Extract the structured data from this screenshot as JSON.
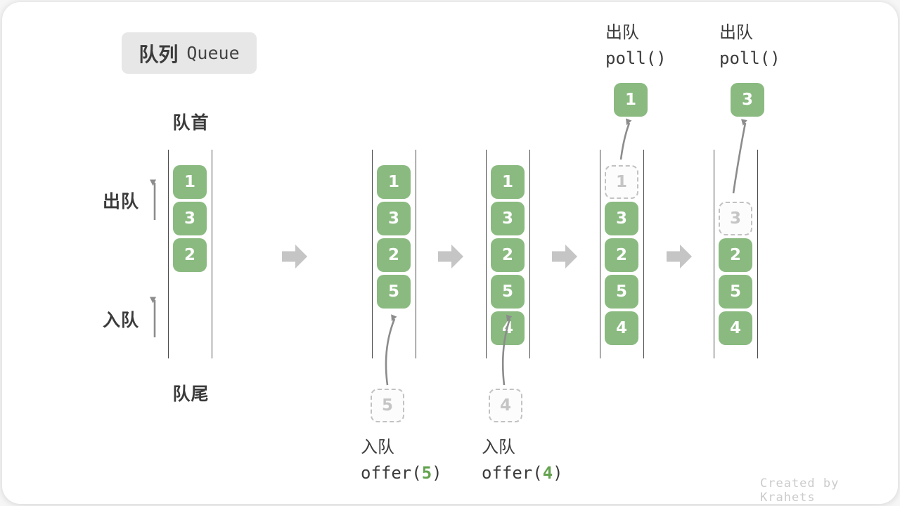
{
  "title": {
    "zh": "队列",
    "en": "Queue"
  },
  "labels": {
    "front": "队首",
    "rear": "队尾",
    "dequeue_side": "出队",
    "enqueue_side": "入队"
  },
  "columns": [
    {
      "name": "initial-state",
      "boxes": [
        "1",
        "3",
        "2"
      ]
    },
    {
      "name": "after-offer-5",
      "boxes": [
        "1",
        "3",
        "2",
        "5"
      ],
      "staged_value": "5"
    },
    {
      "name": "after-offer-4",
      "boxes": [
        "1",
        "3",
        "2",
        "5",
        "4"
      ],
      "staged_value": "4"
    },
    {
      "name": "after-poll-1",
      "removed_value": "1",
      "boxes": [
        "3",
        "2",
        "5",
        "4"
      ],
      "popped_value": "1"
    },
    {
      "name": "after-poll-3",
      "removed_value": "3",
      "boxes": [
        "2",
        "5",
        "4"
      ],
      "popped_value": "3"
    }
  ],
  "operations": {
    "offer5": {
      "action": "入队",
      "fn_open": "offer(",
      "arg": "5",
      "fn_close": ")"
    },
    "offer4": {
      "action": "入队",
      "fn_open": "offer(",
      "arg": "4",
      "fn_close": ")"
    },
    "poll1": {
      "action": "出队",
      "code": "poll()"
    },
    "poll2": {
      "action": "出队",
      "code": "poll()"
    }
  },
  "watermark": "Created by Krahets",
  "colors": {
    "box_green": "#8ABA80",
    "code_green": "#63A34F",
    "block_arrow_gray": "#C5C5C5",
    "wall_line": "#4A4A4A",
    "text_dark": "#3B3B3B",
    "dashed_gray": "#C2C2C2",
    "badge_bg": "#E7E7E7",
    "watermark_gray": "#CBCBCB",
    "thin_arrow_gray": "#8C8C8C"
  }
}
